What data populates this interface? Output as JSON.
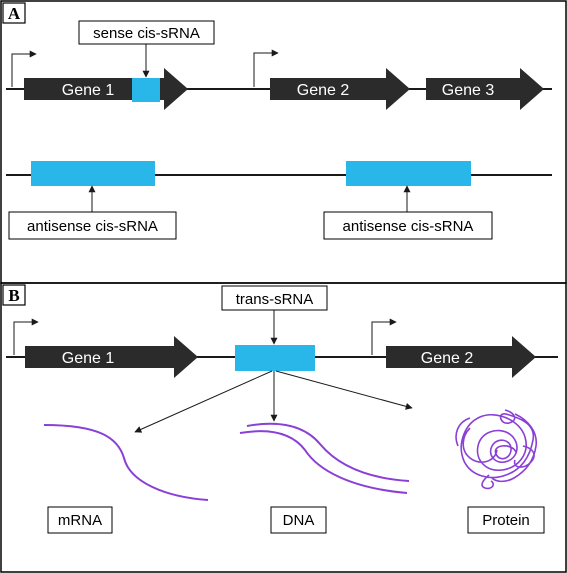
{
  "colors": {
    "gene": "#2b2b2b",
    "srna": "#29b6e8",
    "nucleic_acid": "#8a3fd6",
    "line": "#1a1a1a"
  },
  "panel_a": {
    "label": "A",
    "genes": [
      "Gene 1",
      "Gene 2",
      "Gene 3"
    ],
    "sense_label": "sense cis-sRNA",
    "antisense_label_1": "antisense cis-sRNA",
    "antisense_label_2": "antisense cis-sRNA"
  },
  "panel_b": {
    "label": "B",
    "genes": [
      "Gene 1",
      "Gene 2"
    ],
    "trans_label": "trans-sRNA",
    "targets": [
      "mRNA",
      "DNA",
      "Protein"
    ]
  }
}
